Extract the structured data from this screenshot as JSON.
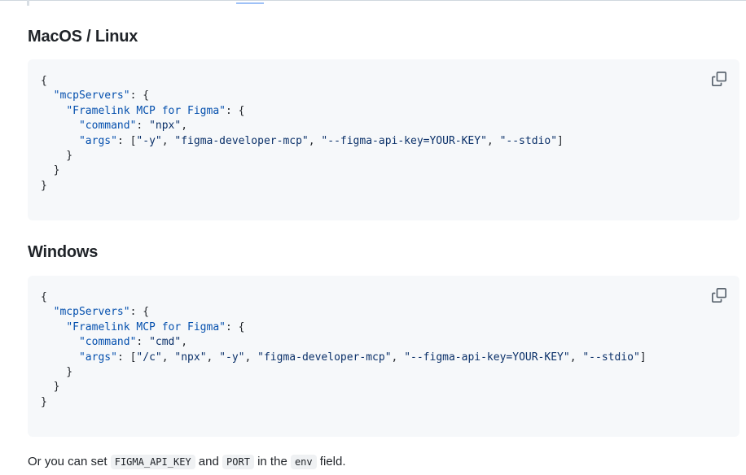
{
  "sections": [
    {
      "heading": "MacOS / Linux",
      "copy_icon": "copy-icon",
      "code_lines": [
        [
          {
            "t": "p",
            "v": "{"
          }
        ],
        [
          {
            "t": "p",
            "v": "  "
          },
          {
            "t": "k",
            "v": "\"mcpServers\""
          },
          {
            "t": "p",
            "v": ": {"
          }
        ],
        [
          {
            "t": "p",
            "v": "    "
          },
          {
            "t": "k",
            "v": "\"Framelink MCP for Figma\""
          },
          {
            "t": "p",
            "v": ": {"
          }
        ],
        [
          {
            "t": "p",
            "v": "      "
          },
          {
            "t": "k",
            "v": "\"command\""
          },
          {
            "t": "p",
            "v": ": "
          },
          {
            "t": "s",
            "v": "\"npx\""
          },
          {
            "t": "p",
            "v": ","
          }
        ],
        [
          {
            "t": "p",
            "v": "      "
          },
          {
            "t": "k",
            "v": "\"args\""
          },
          {
            "t": "p",
            "v": ": ["
          },
          {
            "t": "s",
            "v": "\"-y\""
          },
          {
            "t": "p",
            "v": ", "
          },
          {
            "t": "s",
            "v": "\"figma-developer-mcp\""
          },
          {
            "t": "p",
            "v": ", "
          },
          {
            "t": "s",
            "v": "\"--figma-api-key=YOUR-KEY\""
          },
          {
            "t": "p",
            "v": ", "
          },
          {
            "t": "s",
            "v": "\"--stdio\""
          },
          {
            "t": "p",
            "v": "]"
          }
        ],
        [
          {
            "t": "p",
            "v": "    }"
          }
        ],
        [
          {
            "t": "p",
            "v": "  }"
          }
        ],
        [
          {
            "t": "p",
            "v": "}"
          }
        ]
      ]
    },
    {
      "heading": "Windows",
      "copy_icon": "copy-icon",
      "code_lines": [
        [
          {
            "t": "p",
            "v": "{"
          }
        ],
        [
          {
            "t": "p",
            "v": "  "
          },
          {
            "t": "k",
            "v": "\"mcpServers\""
          },
          {
            "t": "p",
            "v": ": {"
          }
        ],
        [
          {
            "t": "p",
            "v": "    "
          },
          {
            "t": "k",
            "v": "\"Framelink MCP for Figma\""
          },
          {
            "t": "p",
            "v": ": {"
          }
        ],
        [
          {
            "t": "p",
            "v": "      "
          },
          {
            "t": "k",
            "v": "\"command\""
          },
          {
            "t": "p",
            "v": ": "
          },
          {
            "t": "s",
            "v": "\"cmd\""
          },
          {
            "t": "p",
            "v": ","
          }
        ],
        [
          {
            "t": "p",
            "v": "      "
          },
          {
            "t": "k",
            "v": "\"args\""
          },
          {
            "t": "p",
            "v": ": ["
          },
          {
            "t": "s",
            "v": "\"/c\""
          },
          {
            "t": "p",
            "v": ", "
          },
          {
            "t": "s",
            "v": "\"npx\""
          },
          {
            "t": "p",
            "v": ", "
          },
          {
            "t": "s",
            "v": "\"-y\""
          },
          {
            "t": "p",
            "v": ", "
          },
          {
            "t": "s",
            "v": "\"figma-developer-mcp\""
          },
          {
            "t": "p",
            "v": ", "
          },
          {
            "t": "s",
            "v": "\"--figma-api-key=YOUR-KEY\""
          },
          {
            "t": "p",
            "v": ", "
          },
          {
            "t": "s",
            "v": "\"--stdio\""
          },
          {
            "t": "p",
            "v": "]"
          }
        ],
        [
          {
            "t": "p",
            "v": "    }"
          }
        ],
        [
          {
            "t": "p",
            "v": "  }"
          }
        ],
        [
          {
            "t": "p",
            "v": "}"
          }
        ]
      ]
    }
  ],
  "footer": {
    "part1": "Or you can set ",
    "code1": "FIGMA_API_KEY",
    "part2": " and ",
    "code2": "PORT",
    "part3": " in the ",
    "code3": "env",
    "part4": " field."
  },
  "colors": {
    "text": "#1f2328",
    "key": "#0550ae",
    "string": "#0a3069",
    "code_bg": "#f6f8fa"
  }
}
